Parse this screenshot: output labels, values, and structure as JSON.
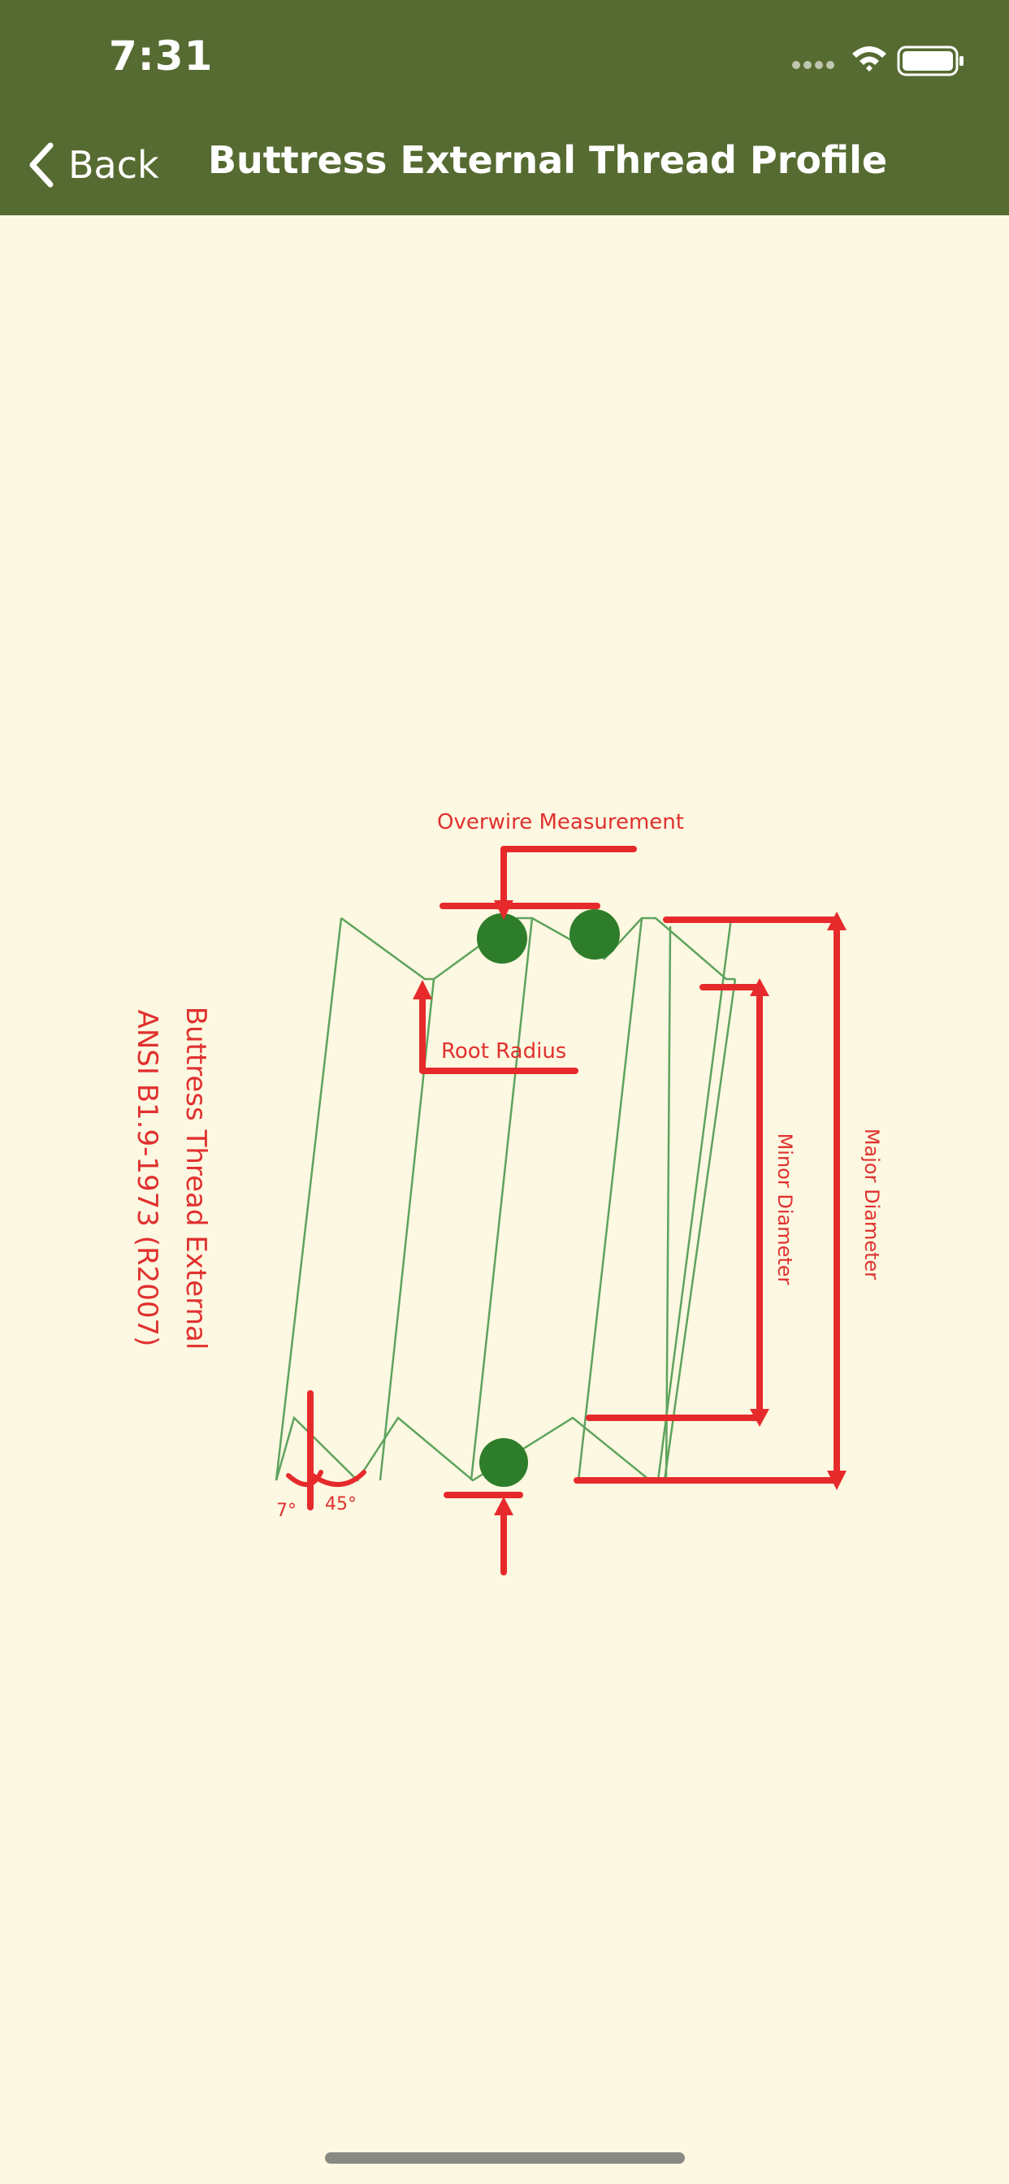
{
  "status_bar": {
    "time": "7:31"
  },
  "nav": {
    "back_label": "Back",
    "title": "Buttress External Thread Profile"
  },
  "diagram": {
    "title_line1": "Buttress Thread External",
    "title_line2": "ANSI B1.9-1973 (R2007)",
    "overwire_label": "Overwire Measurement",
    "root_radius_label": "Root Radius",
    "minor_diameter_label": "Minor Diameter",
    "major_diameter_label": "Major Diameter",
    "angle_7_label": "7°",
    "angle_45_label": "45°",
    "colors": {
      "annotation": "#e62a2c",
      "thread_line": "#5ea35e",
      "wire": "#2e7d2a",
      "background": "#fdf8e1",
      "header": "#566b31"
    }
  }
}
